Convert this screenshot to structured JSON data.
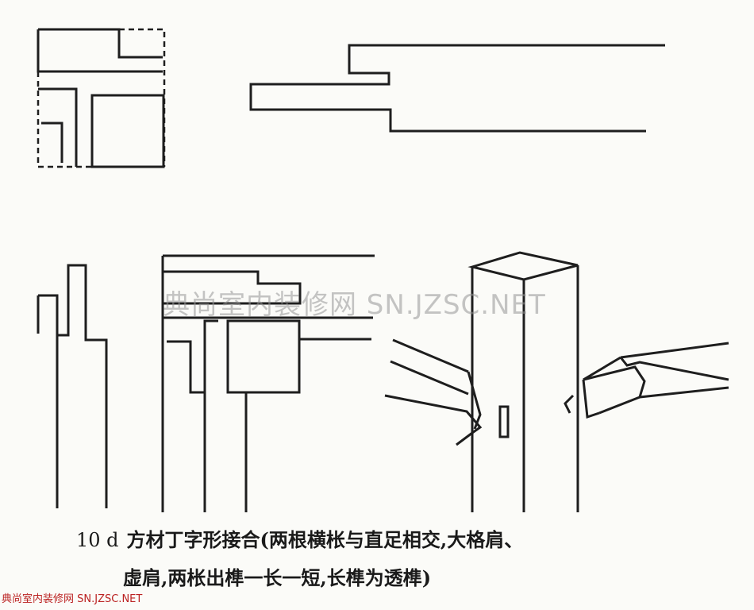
{
  "figure": {
    "number": "10 d",
    "caption_line1": "方材丁字形接合(两根横枨与直足相交,大格肩、",
    "caption_line2": "虚肩,两枨出榫一长一短,长榫为透榫)"
  },
  "watermark": "典尚室内装修网 SN.JZSC.NET",
  "footer": "典尚室内装修网 SN.JZSC.NET",
  "colors": {
    "line": "#1e1e1e",
    "watermark": "#969696",
    "footer": "#bb2222"
  }
}
